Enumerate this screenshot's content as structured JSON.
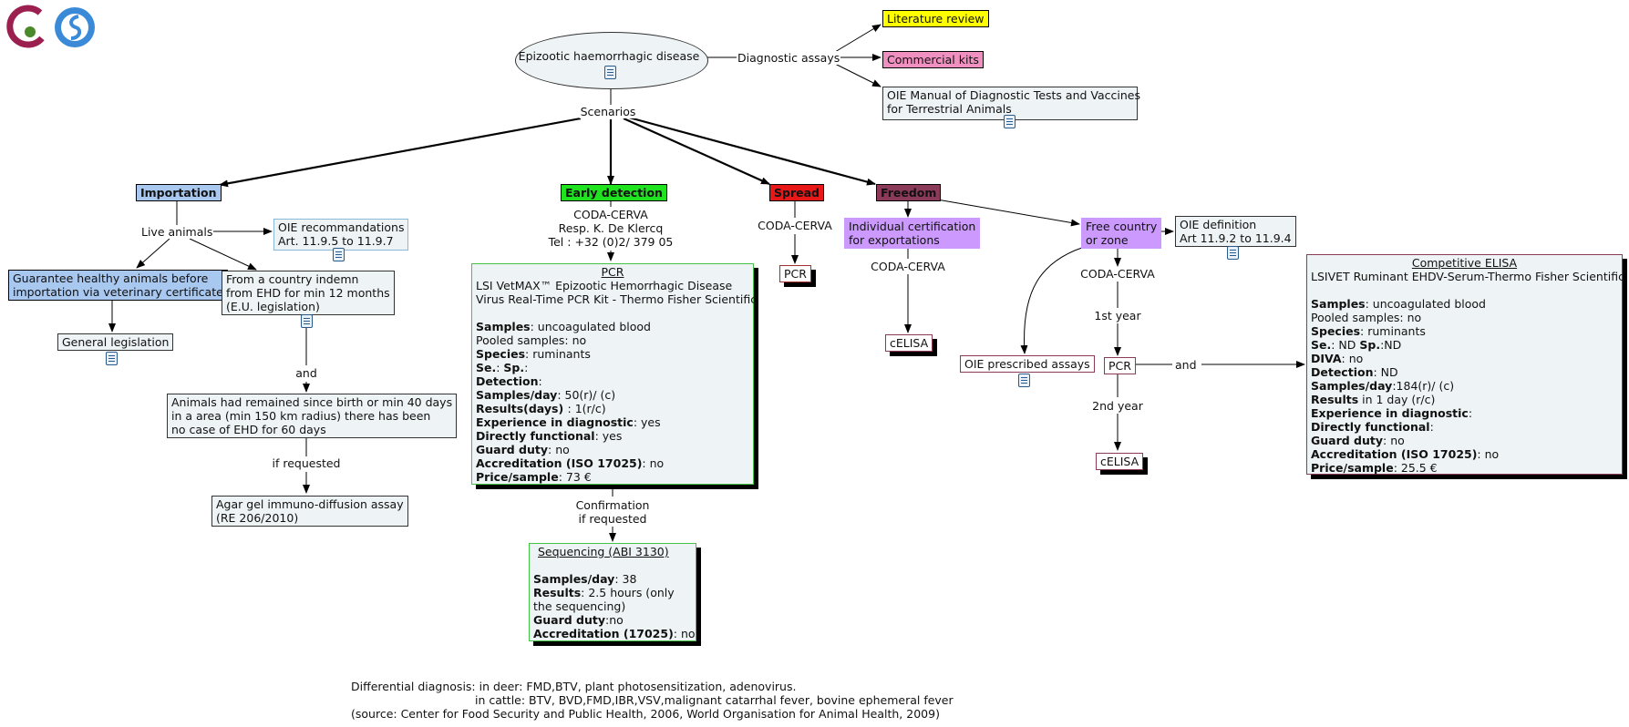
{
  "root": {
    "title": "Epizootic haemorrhagic disease"
  },
  "links": {
    "diagnostic_assays": "Diagnostic assays",
    "scenarios": "Scenarios",
    "live_animals": "Live animals",
    "and_1": "and",
    "if_requested": "if requested",
    "confirmation": [
      "Confirmation",
      "if requested"
    ],
    "and_2": "and",
    "year1": "1st year",
    "year2": "2nd year"
  },
  "assays": {
    "literature": "Literature review",
    "commercial": "Commercial kits",
    "oie_manual": [
      "OIE Manual of Diagnostic Tests and Vaccines",
      "for Terrestrial Animals"
    ]
  },
  "scenarios": {
    "importation": "Importation",
    "early_detection": "Early detection",
    "spread": "Spread",
    "freedom": "Freedom"
  },
  "importation": {
    "oie_recommendations": [
      "OIE recommandations",
      "Art. 11.9.5 to 11.9.7"
    ],
    "guarantee": [
      "Guarantee healthy animals before",
      "importation via veterinary certificate"
    ],
    "from_country": [
      "From a country indemn",
      "from EHD for min 12 months",
      "(E.U. legislation)"
    ],
    "general_legislation": "General legislation",
    "animals_remained": [
      "Animals had remained since birth or min 40 days",
      "in a area (min 150 km radius) there has been",
      "no case of EHD for 60 days"
    ],
    "agar": [
      "Agar gel immuno-diffusion assay",
      "(RE 206/2010)"
    ]
  },
  "early": {
    "contact": [
      "CODA-CERVA",
      "Resp. K. De Klercq",
      "Tel : +32 (0)2/ 379 05"
    ],
    "pcr": {
      "title": "PCR",
      "kit": [
        "LSI VetMAX™ Epizootic Hemorrhagic Disease",
        "Virus Real-Time PCR Kit - Thermo Fisher Scientific"
      ],
      "fields": [
        {
          "k": "Samples",
          "v": ": uncoagulated blood"
        },
        {
          "k": "",
          "v": "Pooled samples: no"
        },
        {
          "k": "Species",
          "v": ": ruminants"
        },
        {
          "k": "Se.",
          "v": ":  ",
          "k2": "Sp.",
          "v2": ":"
        },
        {
          "k": "Detection",
          "v": ":"
        },
        {
          "k": "Samples/day",
          "v": ": 50(r)/ (c)"
        },
        {
          "k": "Results(days) ",
          "v": ": 1(r/c)"
        },
        {
          "k": "Experience in diagnostic",
          "v": ": yes"
        },
        {
          "k": "Directly functional",
          "v": ": yes"
        },
        {
          "k": "Guard duty",
          "v": ": no"
        },
        {
          "k": "Accreditation (ISO 17025)",
          "v": ": no"
        },
        {
          "k": "Price/sample",
          "v": ": 73 €"
        }
      ]
    },
    "sequencing": {
      "title": "Sequencing (ABI 3130)",
      "fields": [
        {
          "k": "Samples/day",
          "v": ": 38"
        },
        {
          "k": "Results",
          "v": ": 2.5 hours (only"
        },
        {
          "k": "",
          "v": "the sequencing)"
        },
        {
          "k": "Guard duty",
          "v": ":no"
        },
        {
          "k": "Accreditation (17025)",
          "v": ": no"
        }
      ]
    }
  },
  "spread": {
    "lab": "CODA-CERVA",
    "pcr": "PCR"
  },
  "freedom": {
    "individual": [
      "Individual certification",
      "for exportations"
    ],
    "lab1": "CODA-CERVA",
    "celisa1": "cELISA",
    "free_country": [
      "Free country",
      "or zone"
    ],
    "oie_definition": [
      "OIE definition",
      "Art 11.9.2 to 11.9.4"
    ],
    "lab2": "CODA-CERVA",
    "oie_prescribed": "OIE prescribed assays",
    "pcr": "PCR",
    "celisa2": "cELISA",
    "competitive": {
      "title": "Competitive ELISA",
      "kit": "LSIVET Ruminant EHDV-Serum-Thermo Fisher Scientific",
      "fields": [
        {
          "k": "Samples",
          "v": ": uncoagulated blood"
        },
        {
          "k": "",
          "v": "Pooled samples: no"
        },
        {
          "k": "Species",
          "v": ": ruminants"
        },
        {
          "k": "Se.",
          "v": ": ND ",
          "k2": "Sp.",
          "v2": ":ND"
        },
        {
          "k": "DIVA",
          "v": ": no"
        },
        {
          "k": "Detection",
          "v": ": ND"
        },
        {
          "k": "Samples/day",
          "v": ":184(r)/ (c)"
        },
        {
          "k": "Results",
          "v": " in 1 day (r/c)"
        },
        {
          "k": "Experience in diagnostic",
          "v": ":"
        },
        {
          "k": "Directly functional",
          "v": ":"
        },
        {
          "k": "Guard duty",
          "v": ": no"
        },
        {
          "k": "Accreditation (ISO 17025)",
          "v": ": no"
        },
        {
          "k": "Price/sample",
          "v": ": 25.5 €"
        }
      ]
    }
  },
  "footer": [
    "Differential diagnosis: in deer: FMD,BTV, plant photosensitization, adenovirus.",
    "in cattle: BTV, BVD,FMD,IBR,VSV,malignant catarrhal fever, bovine ephemeral fever",
    "(source: Center for Food Security and Public Health, 2006, World Organisation for Animal Health, 2009)"
  ],
  "colors": {
    "importation": "#a9c8f0",
    "early_detection": "#1fe31f",
    "spread": "#e81818",
    "freedom": "#8c3a5a",
    "purple": "#cc99ff",
    "literature": "#ffff00",
    "commercial": "#f090c0",
    "logo_red": "#9b2050",
    "logo_blue": "#3a8ad8"
  },
  "icons": [
    "document-icon",
    "sitemap-icon",
    "logo-cerva",
    "logo-blue-circle"
  ]
}
